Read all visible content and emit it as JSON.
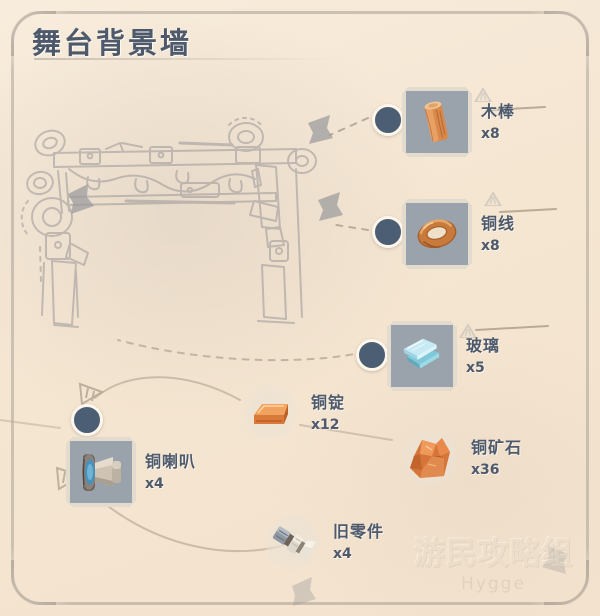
{
  "page": {
    "title": "舞台背景墙",
    "background_color": "#f5e6d2",
    "text_color": "#4e5a6b",
    "card_bg_color": "#9aa3ab",
    "node_color": "#4c5e74"
  },
  "sketch": {
    "label": "stage-backdrop-wall-blueprint"
  },
  "items": [
    {
      "id": "wood-stick",
      "name": "木棒",
      "qty": "x8",
      "icon": "wooden-stick-icon",
      "has_node": true,
      "has_warning": true,
      "style": "framed"
    },
    {
      "id": "copper-wire",
      "name": "铜线",
      "qty": "x8",
      "icon": "copper-wire-icon",
      "has_node": true,
      "has_warning": true,
      "style": "framed"
    },
    {
      "id": "glass",
      "name": "玻璃",
      "qty": "x5",
      "icon": "glass-panes-icon",
      "has_node": true,
      "has_warning": true,
      "style": "framed"
    },
    {
      "id": "copper-ingot",
      "name": "铜锭",
      "qty": "x12",
      "icon": "copper-ingot-icon",
      "has_node": false,
      "has_warning": false,
      "style": "plain"
    },
    {
      "id": "copper-ore",
      "name": "铜矿石",
      "qty": "x36",
      "icon": "copper-ore-icon",
      "has_node": false,
      "has_warning": false,
      "style": "plain"
    },
    {
      "id": "copper-horn",
      "name": "铜喇叭",
      "qty": "x4",
      "icon": "copper-horn-icon",
      "has_node": true,
      "has_warning": false,
      "style": "framed"
    },
    {
      "id": "old-parts",
      "name": "旧零件",
      "qty": "x4",
      "icon": "old-parts-icon",
      "has_node": false,
      "has_warning": false,
      "style": "plain"
    }
  ],
  "watermark": {
    "main": "游民攻略组",
    "sub": "Hygge"
  }
}
